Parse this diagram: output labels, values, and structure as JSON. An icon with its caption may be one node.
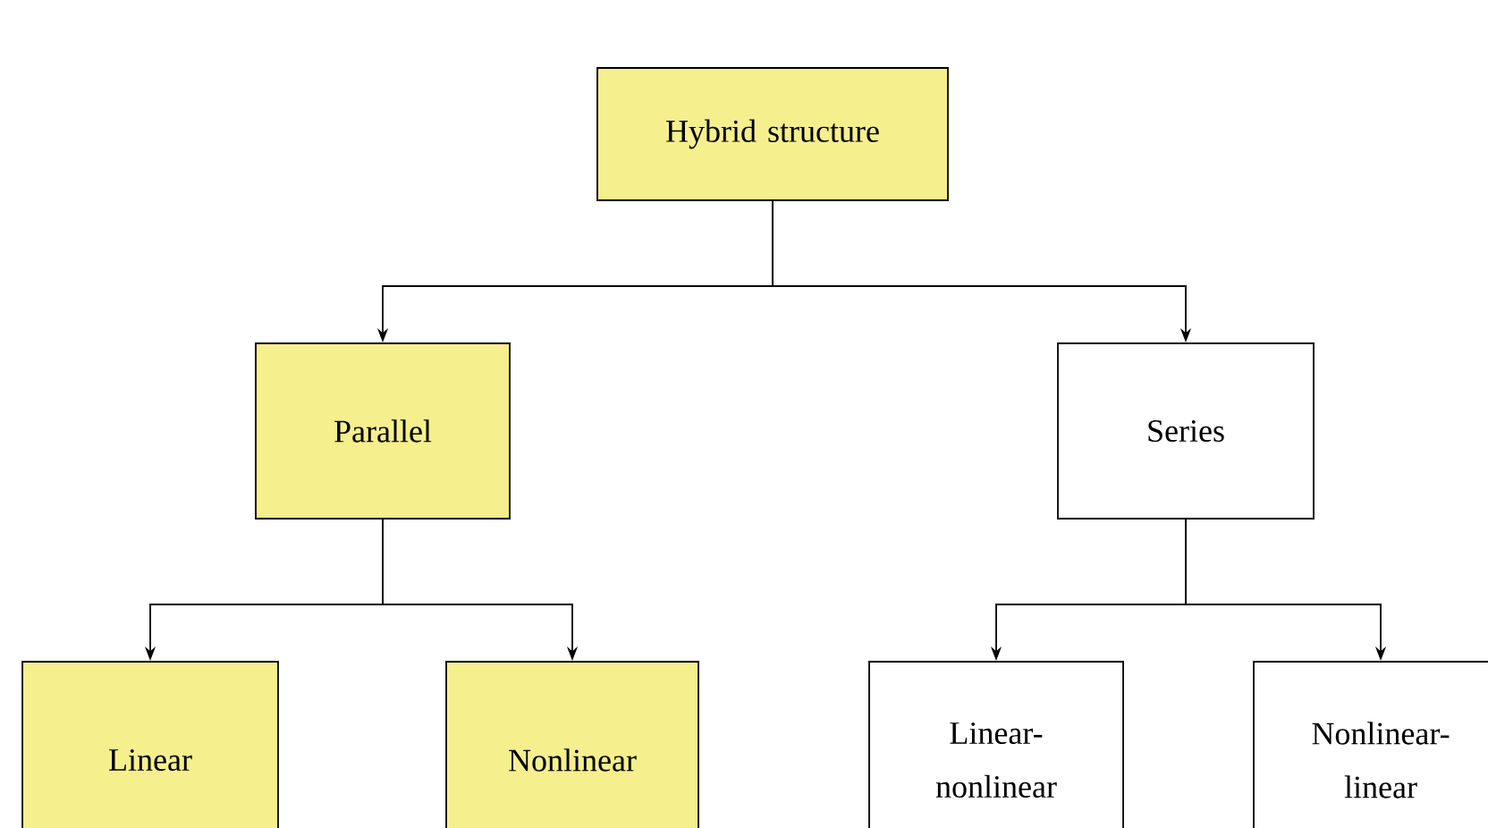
{
  "diagram": {
    "nodes": [
      {
        "text": [
          "Hybrid structure"
        ]
      },
      {
        "text": [
          "Parallel"
        ]
      },
      {
        "text": [
          "Series"
        ]
      },
      {
        "text": [
          "Linear"
        ]
      },
      {
        "text": [
          "Nonlinear"
        ]
      },
      {
        "text": [
          "Linear-nonlinear"
        ]
      },
      {
        "text": [
          "Nonlinear-linear"
        ]
      }
    ],
    "edges": [
      {
        "from": 0,
        "to": 1,
        "arrow": "to"
      },
      {
        "from": 0,
        "to": 2,
        "arrow": "to"
      },
      {
        "from": 1,
        "to": 3,
        "arrow": "to"
      },
      {
        "from": 1,
        "to": 4,
        "arrow": "to"
      },
      {
        "from": 2,
        "to": 5,
        "arrow": "to"
      },
      {
        "from": 2,
        "to": 6,
        "arrow": "to"
      }
    ]
  }
}
